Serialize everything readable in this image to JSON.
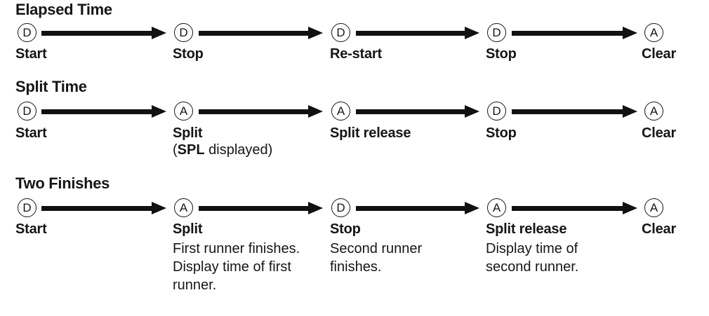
{
  "colors": {
    "ink": "#161616",
    "background": "#ffffff"
  },
  "sections": [
    {
      "title": "Elapsed Time",
      "steps": [
        {
          "button": "D",
          "label": "Start"
        },
        {
          "button": "D",
          "label": "Stop"
        },
        {
          "button": "D",
          "label": "Re-start"
        },
        {
          "button": "D",
          "label": "Stop"
        },
        {
          "button": "A",
          "label": "Clear"
        }
      ]
    },
    {
      "title": "Split Time",
      "steps": [
        {
          "button": "D",
          "label": "Start"
        },
        {
          "button": "A",
          "label": "Split",
          "note_open": "(",
          "note_bold": "SPL",
          "note_rest": " displayed)"
        },
        {
          "button": "A",
          "label": "Split release"
        },
        {
          "button": "D",
          "label": "Stop"
        },
        {
          "button": "A",
          "label": "Clear"
        }
      ]
    },
    {
      "title": "Two Finishes",
      "steps": [
        {
          "button": "D",
          "label": "Start"
        },
        {
          "button": "A",
          "label": "Split",
          "desc_lines": {
            "0": "First runner finishes.",
            "1": "Display time of first",
            "2": "runner."
          }
        },
        {
          "button": "D",
          "label": "Stop",
          "desc_lines": {
            "0": "Second runner",
            "1": "finishes."
          }
        },
        {
          "button": "A",
          "label": "Split release",
          "desc_lines": {
            "0": "Display time of",
            "1": "second runner."
          }
        },
        {
          "button": "A",
          "label": "Clear"
        }
      ]
    }
  ]
}
